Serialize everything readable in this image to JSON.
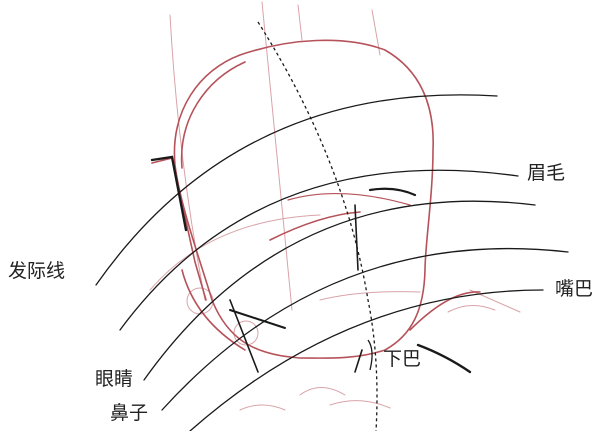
{
  "labels": {
    "hairline": "发际线",
    "eyebrow": "眉毛",
    "eyes": "眼睛",
    "nose": "鼻子",
    "mouth": "嘴巴",
    "chin": "下巴"
  },
  "colors": {
    "sketch": "#b5525a",
    "sketch_light": "#d9a3a8",
    "guide": "#1a1a1a",
    "background": "#ffffff"
  }
}
